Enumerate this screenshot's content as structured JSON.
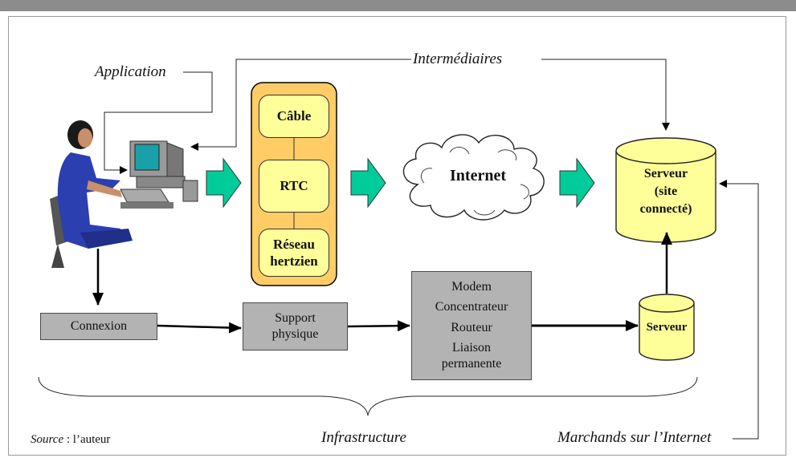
{
  "labels": {
    "application": "Application",
    "intermediaires": "Intermédiaires",
    "infrastructure": "Infrastructure",
    "marchands": "Marchands sur l’Internet",
    "source_prefix": "Source",
    "source_suffix": " : l’auteur"
  },
  "access": {
    "cable": "Câble",
    "rtc": "RTC",
    "reseau": "Réseau hertzien"
  },
  "cloud": "Internet",
  "server_main": {
    "line1": "Serveur",
    "line2": "(site",
    "line3": "connecté)"
  },
  "server_small": "Serveur",
  "boxes": {
    "connexion": "Connexion",
    "support": "Support physique",
    "modem": "Modem",
    "concentrateur": "Concentrateur",
    "routeur": "Routeur",
    "liaison": "Liaison permanente"
  },
  "colors": {
    "accent_arrow": "#00cc99",
    "pill_fill": "#ffff99",
    "access_panel": "#ffcc66",
    "box_gray": "#b3b3b3",
    "user_blue": "#2b3fb0"
  }
}
